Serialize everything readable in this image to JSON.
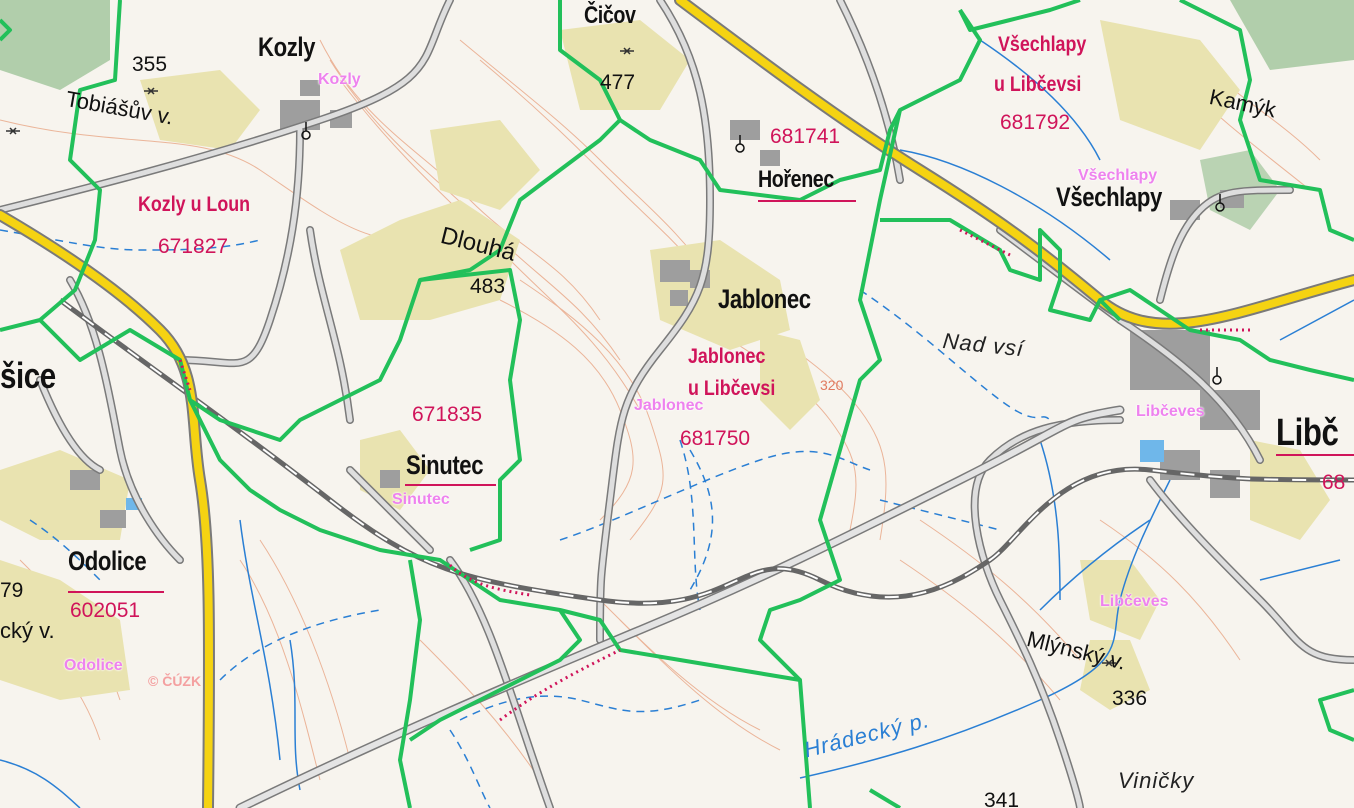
{
  "map": {
    "settlements": [
      {
        "id": "kozly",
        "name": "Kozly"
      },
      {
        "id": "cicov",
        "name": "Čičov"
      },
      {
        "id": "horenec",
        "name": "Hořenec"
      },
      {
        "id": "jablonec",
        "name": "Jablonec"
      },
      {
        "id": "sinutec",
        "name": "Sinutec"
      },
      {
        "id": "odolice",
        "name": "Odolice"
      },
      {
        "id": "vsechlapy",
        "name": "Všechlapy"
      },
      {
        "id": "libceves-edge",
        "name": "Libč"
      },
      {
        "id": "sice",
        "name": "šice"
      }
    ],
    "cadastral": [
      {
        "id": "kozly-u-loun",
        "name": "Kozly u Loun",
        "code": "671827"
      },
      {
        "id": "sinutec",
        "name": "",
        "code": "671835"
      },
      {
        "id": "horenec",
        "name": "",
        "code": "681741"
      },
      {
        "id": "vsechlapy-u-libcevsi",
        "name_line1": "Všechlapy",
        "name_line2": "u Libčevsi",
        "code": "681792"
      },
      {
        "id": "jablonec-u-libcevsi",
        "name_line1": "Jablonec",
        "name_line2": "u Libčevsi",
        "code": "681750"
      },
      {
        "id": "odolice",
        "name": "",
        "code": "602051"
      },
      {
        "id": "libceves-edge",
        "name": "",
        "code": "68"
      }
    ],
    "overlay_labels": [
      {
        "id": "kozly",
        "text": "Kozly"
      },
      {
        "id": "vsechlapy",
        "text": "Všechlapy"
      },
      {
        "id": "jablonec",
        "text": "Jablonec"
      },
      {
        "id": "libceves-1",
        "text": "Libčeves"
      },
      {
        "id": "libceves-2",
        "text": "Libčeves"
      },
      {
        "id": "sinutec",
        "text": "Sinutec"
      },
      {
        "id": "odolice",
        "text": "Odolice"
      }
    ],
    "hills": [
      {
        "id": "cicov",
        "elevation": "477"
      },
      {
        "id": "dlouha",
        "name": "Dlouhá",
        "elevation": "483"
      },
      {
        "id": "tobias",
        "name": "Tobiášův v.",
        "elevation": "355"
      },
      {
        "id": "mlynsky",
        "name": "Mlýnský v.",
        "elevation": "336"
      },
      {
        "id": "kamyk",
        "name": "Kamýk"
      },
      {
        "id": "vinicky",
        "name": "Viničky",
        "elevation": "341"
      },
      {
        "id": "left-edge",
        "name": "cký v.",
        "elevation": "79"
      }
    ],
    "local_names": [
      {
        "id": "nad-vsi",
        "text": "Nad vsí"
      }
    ],
    "water": [
      {
        "id": "hradecky",
        "text": "Hrádecký p."
      }
    ],
    "contour_label": "320",
    "copyright": "© ČÚZK",
    "colors": {
      "background": "#f7f4ee",
      "contour": "#e9a98a",
      "road_yellow": "#f5d312",
      "road_outline": "#7a7a7a",
      "road_gray": "#cfcfcf",
      "cadastral_border": "#22c05a",
      "settlement_text": "#111111",
      "cadastral_text": "#d0145a",
      "overlay_text": "#ee82ee",
      "water": "#2a7fd4",
      "vegetation": "#e9e3b0",
      "forest": "#9fc49a",
      "builtup": "#9e9e9e"
    }
  }
}
